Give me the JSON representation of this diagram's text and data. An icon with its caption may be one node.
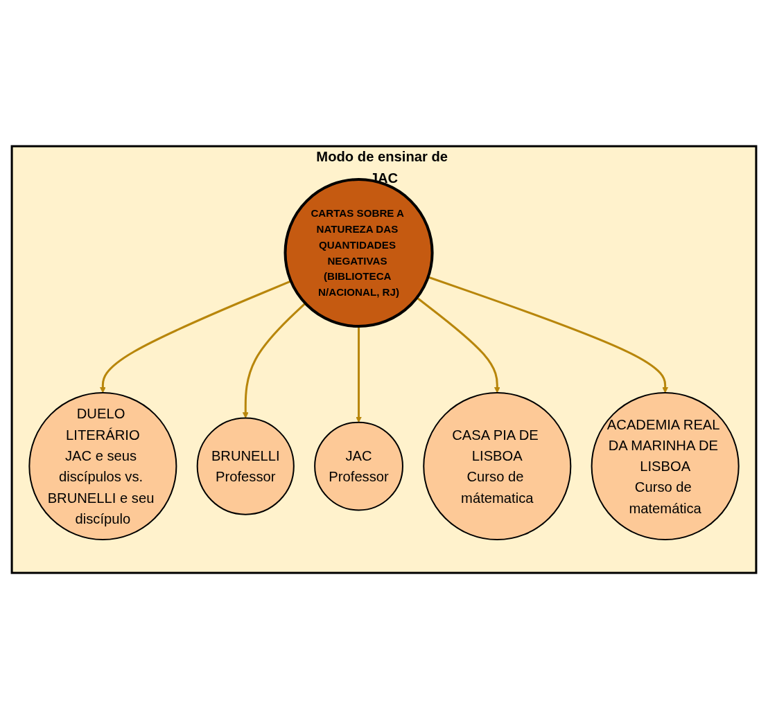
{
  "diagram": {
    "nodes": [
      {
        "text": [
          "Modo de ensinar de JAC"
        ]
      },
      {
        "text": [
          "DUELO LITERÁRIO",
          "JAC e seus discípulos vs. BRUNELLI e seu discípulo"
        ],
        "in": 0
      },
      {
        "text": [
          "BRUNELLI",
          "Professor"
        ],
        "in": 0
      },
      {
        "text": [
          "CARTAS SOBRE A NATUREZA DAS QUANTIDADES NEGATIVAS (BIBLIOTECA N/ACIONAL, RJ)"
        ],
        "in": 0
      },
      {
        "text": [
          "JAC",
          "Professor"
        ],
        "in": 0
      },
      {
        "text": [
          "CASA PIA DE LISBOA",
          "Curso de mátematica"
        ],
        "in": 0
      },
      {
        "text": [
          "ACADEMIA REAL DA MARINHA DE LISBOA",
          "Curso de matemática"
        ],
        "in": 0
      }
    ],
    "edges": [
      {
        "from": 3,
        "to": 1,
        "arrow": "to"
      },
      {
        "from": 3,
        "to": 2,
        "arrow": "to"
      },
      {
        "from": 3,
        "to": 4,
        "arrow": "to"
      },
      {
        "from": 3,
        "to": 5,
        "arrow": "to"
      },
      {
        "from": 3,
        "to": 6,
        "arrow": "to"
      }
    ]
  }
}
